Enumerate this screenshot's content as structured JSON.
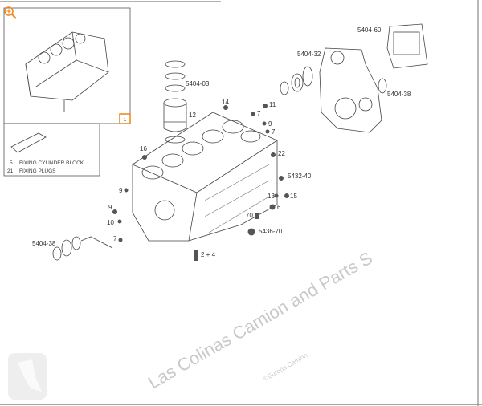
{
  "accent_color": "#f08a24",
  "inset": {
    "zoom_icon": "magnifier-plus-icon",
    "item_number": "1",
    "legend": [
      {
        "qty": "5",
        "text": "FIXING CYLINDER BLOCK"
      },
      {
        "qty": "21",
        "text": "FIXING PLUGS"
      }
    ]
  },
  "callouts": {
    "c5404_03": "5404-03",
    "c14": "14",
    "c12": "12",
    "c16": "16",
    "c11": "11",
    "c7a": "7",
    "c9a": "9",
    "c7b": "7",
    "c22": "22",
    "c5432_40": "5432-40",
    "c5404_32": "5404-32",
    "c5404_60": "5404-60",
    "c5404_38r": "5404-38",
    "c9b": "9",
    "c9c": "9",
    "c10": "10",
    "c7c": "7",
    "c5404_38l": "5404-38",
    "c13": "13",
    "c15": "15",
    "c6": "6",
    "c70": "70",
    "c5436_70": "5436-70",
    "c2_4": "2 + 4"
  },
  "watermark": {
    "main": "Las Colinas Camion and Parts S",
    "sub": "©Europa Camion"
  }
}
